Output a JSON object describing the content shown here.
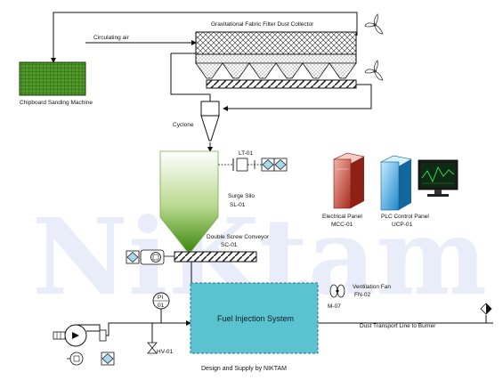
{
  "labels": {
    "collector": "Gravitational Fabric Filter Dust Collector",
    "circulating_air": "Circulating air",
    "sanding_machine": "Chipboard Sanding Machine",
    "cyclone": "Cyclone",
    "lt_tag": "LT-01",
    "surge_silo_name": "Surge Silo",
    "surge_silo_tag": "SL-01",
    "conveyor_name": "Double Screw Conveyor",
    "conveyor_tag": "SC-01",
    "electrical_panel_name": "Electrical  Panel",
    "electrical_panel_tag": "MCC-01",
    "plc_panel_name": "PLC Control Panel",
    "plc_panel_tag": "UCP-01",
    "ventilation_fan_name": "Ventilation Fan",
    "ventilation_fan_tag": "FN-02",
    "motor_tag": "M-07",
    "fuel_injection": "Fuel Injection System",
    "dust_transport": "Dust Transport Line to Burner",
    "pi_top": "PI",
    "pi_bottom": "01",
    "valve_tag": "HV-01",
    "credit": "Design and Supply by NIKTAM",
    "watermark": "NiKtam"
  },
  "colors": {
    "sanding_machine_fill": "#4f9a2a",
    "fuel_injection_fill": "#5bc3cf",
    "silo_green": "#5a9e2a",
    "electrical_panel": "#c0392b",
    "plc_panel": "#1e88c8",
    "watermark": "#b4bff0"
  },
  "icons": [
    "fan-icon",
    "motor-icon",
    "gauge-icon",
    "valve-icon",
    "blower-icon",
    "monitor-icon",
    "server-cabinet-icon"
  ]
}
